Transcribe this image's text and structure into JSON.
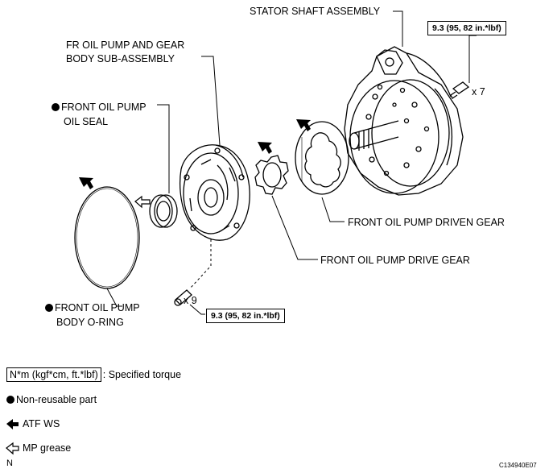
{
  "labels": {
    "stator": "STATOR SHAFT ASSEMBLY",
    "body_line1": "FR OIL PUMP AND GEAR",
    "body_line2": "BODY SUB-ASSEMBLY",
    "seal_line1": "FRONT OIL PUMP",
    "seal_line2": "OIL SEAL",
    "driven_gear": "FRONT OIL PUMP DRIVEN GEAR",
    "drive_gear": "FRONT OIL PUMP DRIVE GEAR",
    "oring_line1": "FRONT OIL PUMP",
    "oring_line2": "BODY O-RING"
  },
  "torque": {
    "top_value": "9.3 (95, 82 in.*lbf)",
    "top_qty": "x 7",
    "bottom_value": "9.3 (95, 82 in.*lbf)",
    "bottom_qty": "x 9"
  },
  "legend": {
    "torque_box": "N*m (kgf*cm, ft.*lbf)",
    "torque_text": ": Specified torque",
    "nonreusable": "Non-reusable part",
    "atf": "ATF WS",
    "mp": "MP grease"
  },
  "footer": {
    "left": "N",
    "right": "C134940E07"
  }
}
